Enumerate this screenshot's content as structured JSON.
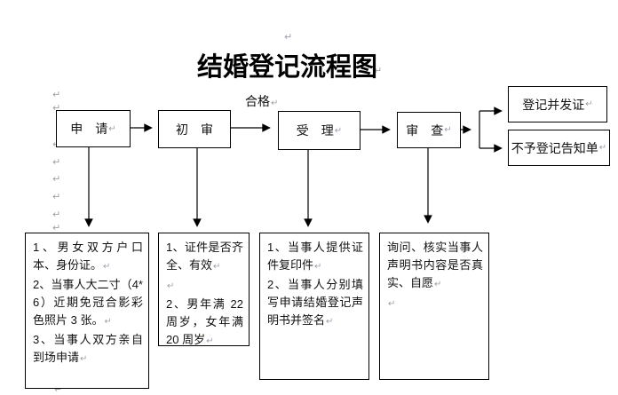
{
  "title": "结婚登记流程图",
  "paragraph_mark": "↵",
  "qualified_label": "合格",
  "colors": {
    "line": "#000000",
    "text": "#111111",
    "mark_gray": "#9aa0ab"
  },
  "flow_boxes": {
    "apply": {
      "label": "申　请"
    },
    "initial_review": {
      "label": "初　审"
    },
    "accept": {
      "label": "受　理"
    },
    "review": {
      "label": "审　查"
    },
    "register_issue": {
      "label": "登记并发证"
    },
    "reject_notice": {
      "label": "不予登记告知单"
    }
  },
  "detail_boxes": {
    "apply_materials": {
      "paragraphs": [
        "1、男女双方户口本、身份证。",
        "2、当事人大二寸（4*6）近期免冠合影彩色照片 3 张。",
        "3、当事人双方亲自到场申请"
      ]
    },
    "initial_review_criteria": {
      "paragraphs": [
        "1、证件是否齐全、有效",
        "",
        "2、男年满 22 周岁，女年满 20 周岁"
      ]
    },
    "accept_actions": {
      "paragraphs": [
        "1、当事人提供证件复印件",
        "2、当事人分别填写申请结婚登记声明书并签名"
      ]
    },
    "review_actions": {
      "paragraphs": [
        "询问、核实当事人声明书内容是否真实、自愿",
        ""
      ]
    }
  }
}
